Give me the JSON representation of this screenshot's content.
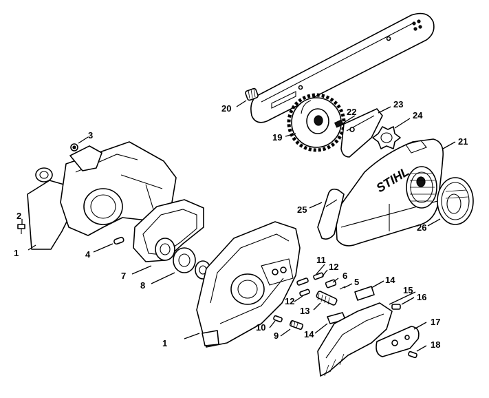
{
  "diagram": {
    "brand": "STIHL",
    "callouts": [
      "1",
      "1",
      "2",
      "3",
      "4",
      "5",
      "6",
      "7",
      "8",
      "9",
      "10",
      "11",
      "12",
      "12",
      "13",
      "14",
      "14",
      "15",
      "16",
      "17",
      "18",
      "19",
      "20",
      "21",
      "22",
      "23",
      "24",
      "25",
      "26"
    ],
    "colors": {
      "ink": "#000000",
      "paper": "#ffffff"
    }
  }
}
